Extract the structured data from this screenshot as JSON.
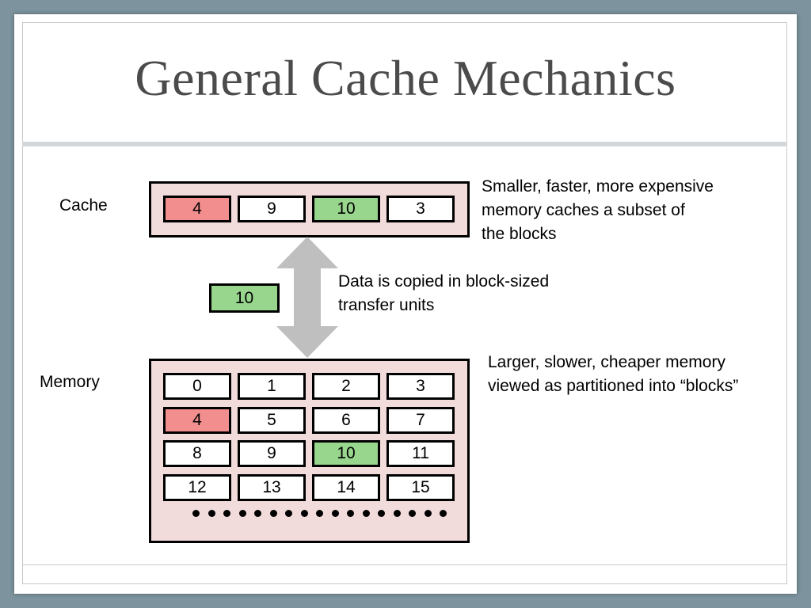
{
  "title": "General Cache Mechanics",
  "labels": {
    "cache": "Cache",
    "memory": "Memory"
  },
  "notes": {
    "cache": [
      "Smaller, faster, more expensive",
      "memory caches a  subset of",
      "the blocks"
    ],
    "transfer": [
      "Data is copied in block-sized",
      "transfer units"
    ],
    "memory": [
      "Larger, slower, cheaper memory",
      "viewed as partitioned into “blocks”"
    ]
  },
  "cache_blocks": [
    {
      "value": "4",
      "state": "red"
    },
    {
      "value": "9",
      "state": "normal"
    },
    {
      "value": "10",
      "state": "green"
    },
    {
      "value": "3",
      "state": "normal"
    }
  ],
  "transfer_block": {
    "value": "10",
    "state": "green"
  },
  "memory_blocks": [
    [
      {
        "value": "0",
        "state": "normal"
      },
      {
        "value": "1",
        "state": "normal"
      },
      {
        "value": "2",
        "state": "normal"
      },
      {
        "value": "3",
        "state": "normal"
      }
    ],
    [
      {
        "value": "4",
        "state": "red"
      },
      {
        "value": "5",
        "state": "normal"
      },
      {
        "value": "6",
        "state": "normal"
      },
      {
        "value": "7",
        "state": "normal"
      }
    ],
    [
      {
        "value": "8",
        "state": "normal"
      },
      {
        "value": "9",
        "state": "normal"
      },
      {
        "value": "10",
        "state": "green"
      },
      {
        "value": "11",
        "state": "normal"
      }
    ],
    [
      {
        "value": "12",
        "state": "normal"
      },
      {
        "value": "13",
        "state": "normal"
      },
      {
        "value": "14",
        "state": "normal"
      },
      {
        "value": "15",
        "state": "normal"
      }
    ]
  ],
  "colors": {
    "panel": "#f2dcdb",
    "highlight_red": "#f28e8e",
    "highlight_green": "#98d68e",
    "arrow": "#bfbfbf"
  }
}
